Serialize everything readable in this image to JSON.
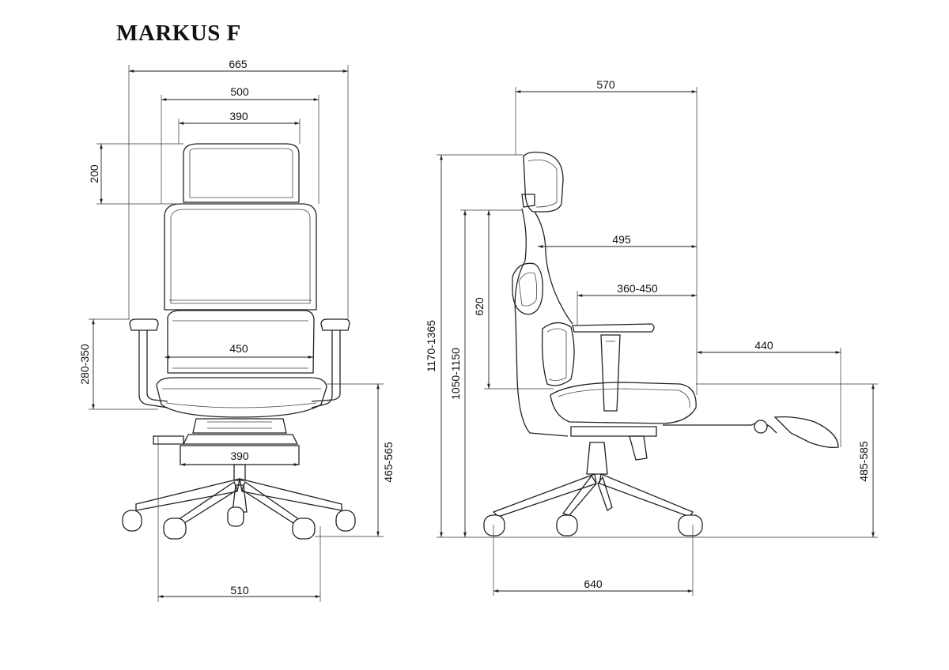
{
  "title": "MARKUS F",
  "front_view": {
    "overall_width": "665",
    "backrest_width": "500",
    "headrest_width": "390",
    "headrest_height": "200",
    "seat_width": "450",
    "armrest_height": "280-350",
    "base_plate_width": "390",
    "seat_height": "465-565",
    "base_width": "510"
  },
  "side_view": {
    "overall_depth": "570",
    "headrest_depth": "495",
    "armrest_depth": "360-450",
    "footrest_extension": "440",
    "total_height": "1170-1365",
    "backrest_height": "1050-1150",
    "back_height": "620",
    "footrest_height": "485-585",
    "base_depth": "640"
  }
}
